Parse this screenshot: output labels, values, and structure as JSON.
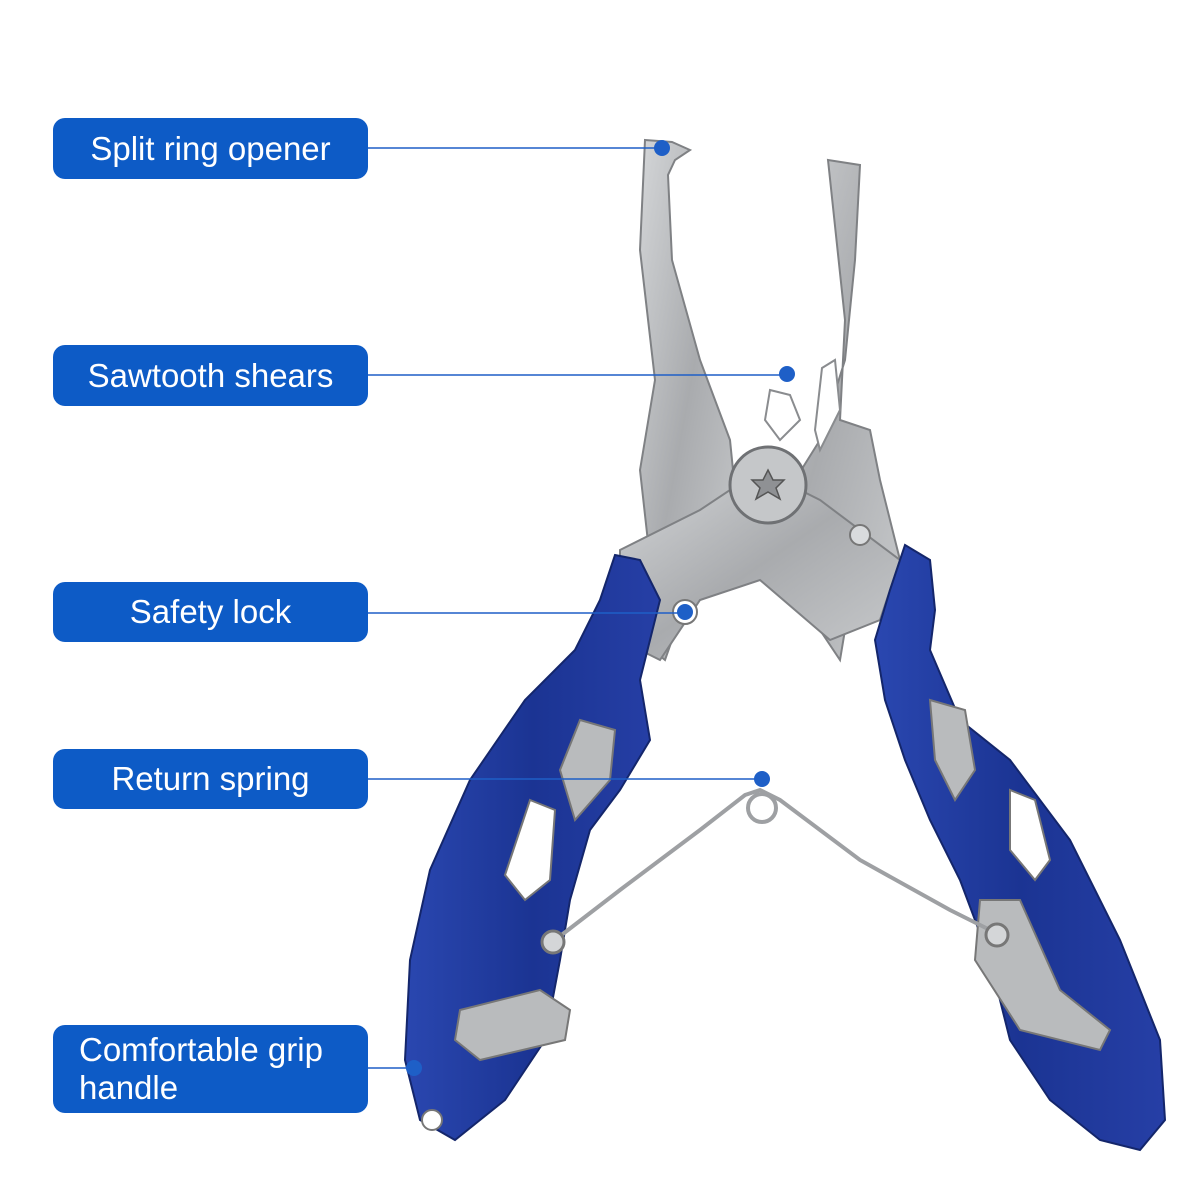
{
  "callouts": [
    {
      "id": "split-ring-opener",
      "label": "Split ring opener"
    },
    {
      "id": "sawtooth-shears",
      "label": "Sawtooth shears"
    },
    {
      "id": "safety-lock",
      "label": "Safety lock"
    },
    {
      "id": "return-spring",
      "label": "Return spring"
    },
    {
      "id": "comfortable-grip-handle",
      "label": "Comfortable grip\nhandle",
      "line1": "Comfortable grip",
      "line2": "handle"
    }
  ],
  "colors": {
    "label_bg": "#0d5bc6",
    "label_text": "#ffffff",
    "leader_line": "#1e5fc7",
    "handle_blue": "#1f3a9c",
    "steel": "#b4b6b8"
  }
}
